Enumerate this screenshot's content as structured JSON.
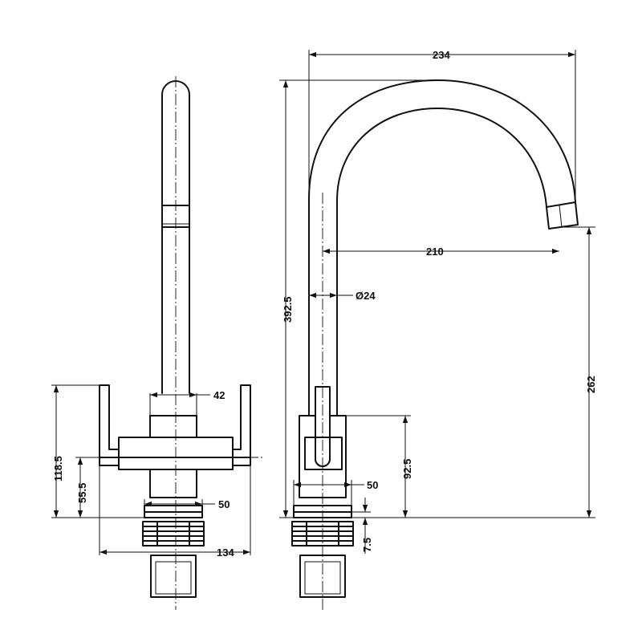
{
  "front_view": {
    "dimensions": {
      "body_width": "42",
      "base_width": "50",
      "handle_span": "134",
      "handle_height": "118.5",
      "lever_height": "55.5"
    }
  },
  "side_view": {
    "dimensions": {
      "spout_span": "234",
      "spout_reach": "210",
      "spout_diameter": "Ø24",
      "overall_height": "392.5",
      "outlet_height": "262",
      "body_height": "92.5",
      "base_width": "50",
      "base_thickness": "7.5"
    }
  }
}
